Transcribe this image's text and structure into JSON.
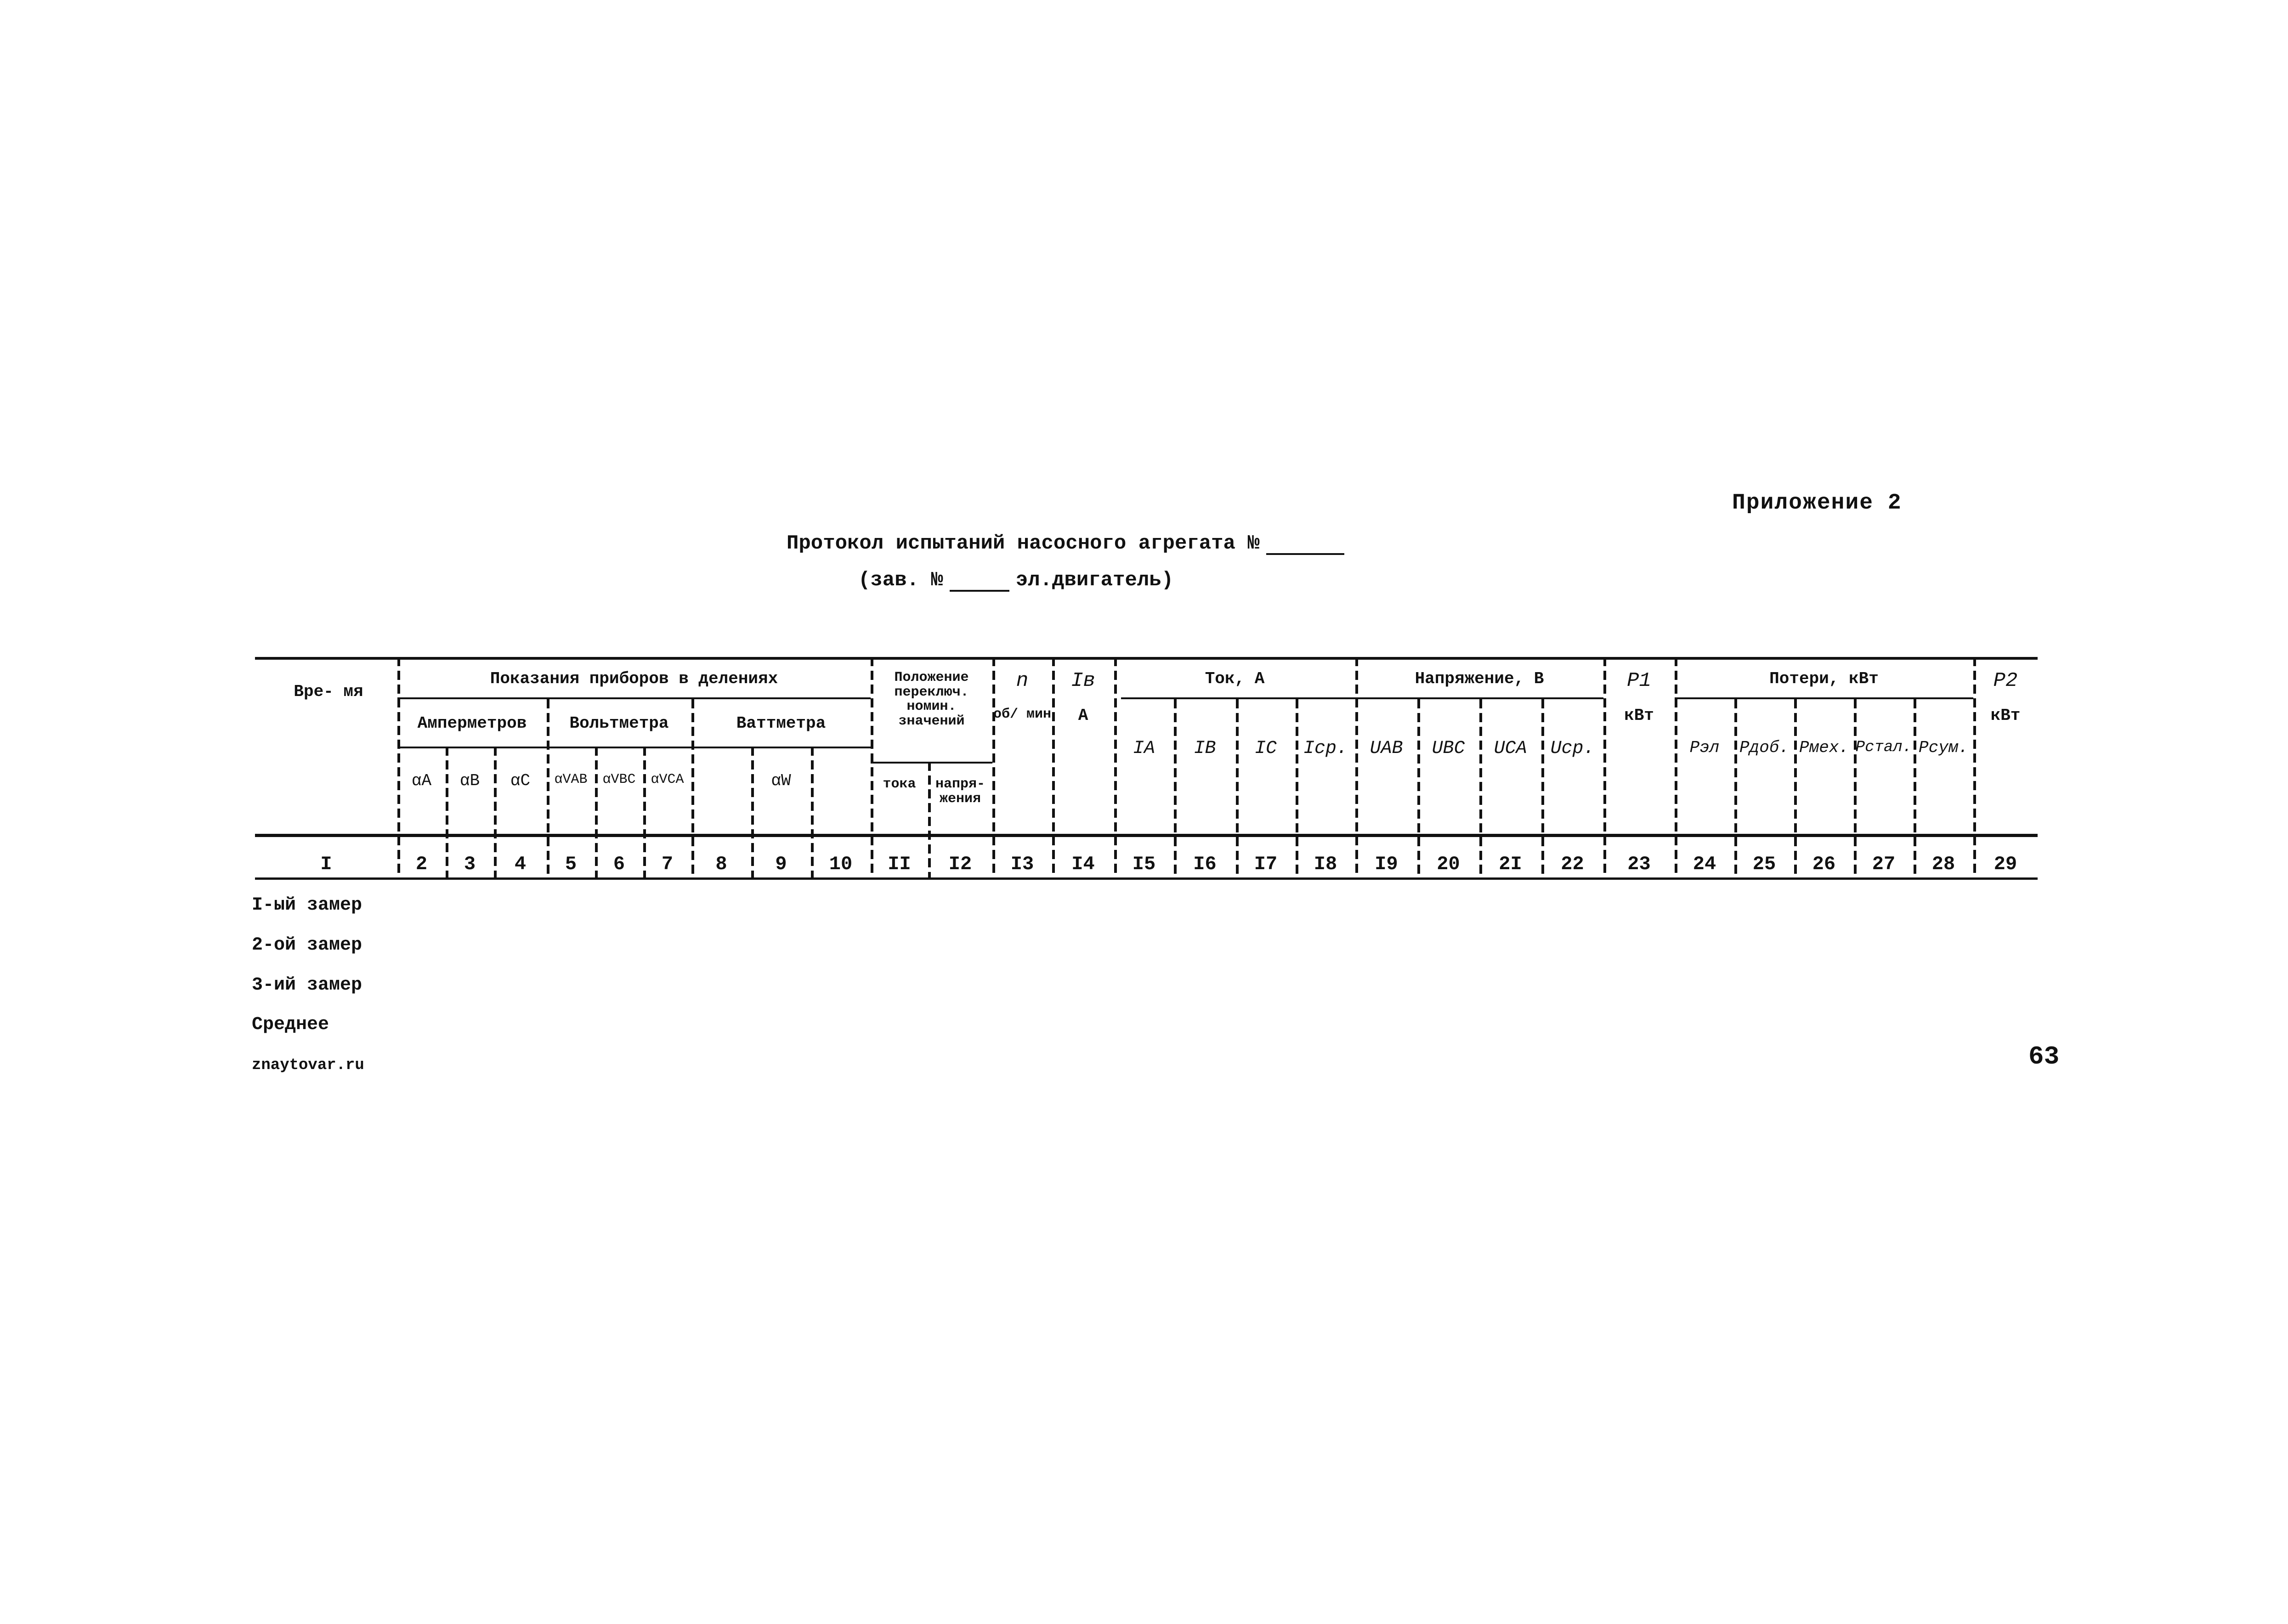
{
  "header": {
    "appendix": "Приложение 2",
    "title": "Протокол испытаний насосного агрегата №",
    "subtitle_prefix": "(зав. №",
    "subtitle_suffix": "эл.двигатель)"
  },
  "table": {
    "col_time": "Вре- мя",
    "group_instruments": "Показания приборов в делениях",
    "ammeters": "Амперметров",
    "voltmeters": "Вольтметра",
    "wattmeter": "Ваттметра",
    "a_a": "αA",
    "a_b": "αB",
    "a_c": "αC",
    "v_ab": "αVAB",
    "v_bc": "αVBC",
    "v_ca": "αVCA",
    "w": "αW",
    "position_label": "Положение переключ. номин. значений",
    "tok": "тока",
    "napr": "напря- жения",
    "n_label": "n",
    "n_unit": "об/ мин",
    "ie_label": "Iв",
    "ie_unit": "А",
    "group_current": "Ток, А",
    "ia": "IA",
    "ib": "IB",
    "ic": "IC",
    "icp": "Iср.",
    "group_voltage": "Напряжение, В",
    "uab": "UAB",
    "ubc": "UBC",
    "uca": "UCA",
    "ucp": "Uср.",
    "p1": "P1",
    "p1_unit": "кВт",
    "group_losses": "Потери, кВт",
    "p_el": "Pэл",
    "p_dob": "Pдоб.",
    "p_mex": "Pмех.",
    "p_stal": "Pстал.",
    "p_sum": "Pсум.",
    "p2": "P2",
    "p2_unit": "кВт",
    "column_numbers": [
      "I",
      "2",
      "3",
      "4",
      "5",
      "6",
      "7",
      "8",
      "9",
      "10",
      "II",
      "I2",
      "I3",
      "I4",
      "I5",
      "I6",
      "I7",
      "I8",
      "I9",
      "20",
      "2I",
      "22",
      "23",
      "24",
      "25",
      "26",
      "27",
      "28",
      "29"
    ]
  },
  "rows": {
    "r1": "I-ый замер",
    "r2": "2-ой замер",
    "r3": "3-ий замер",
    "avg": "Среднее",
    "site": "znaytovar.ru"
  },
  "page_mark": "63"
}
